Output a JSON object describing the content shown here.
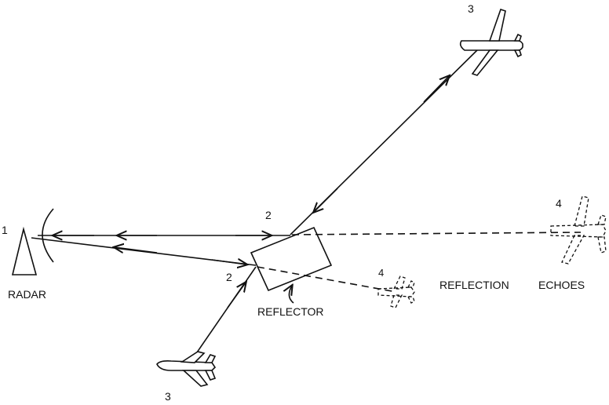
{
  "labels": {
    "radar": "RADAR",
    "reflector": "REFLECTOR",
    "reflection_echoes_1": "REFLECTION",
    "reflection_echoes_2": "ECHOES",
    "num_radar": "1",
    "num_reflector_top": "2",
    "num_reflector_bottom": "2",
    "num_aircraft_top": "3",
    "num_aircraft_bottom": "3",
    "num_echo_right": "4",
    "num_echo_small": "4"
  },
  "icons": {
    "radar": "radar-antenna-icon",
    "reflector": "reflector-plate-icon",
    "aircraft": "airplane-icon",
    "jet": "jet-icon",
    "echo": "ghost-airplane-icon"
  },
  "colors": {
    "ink": "#111111",
    "background": "#ffffff"
  }
}
